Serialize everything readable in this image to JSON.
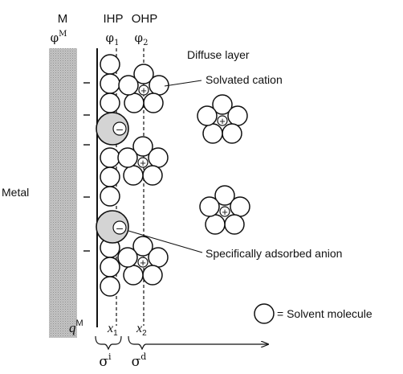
{
  "labels": {
    "metal_symbol": "M",
    "metal_potential_base": "φ",
    "metal_potential_sup": "M",
    "ihp": "IHP",
    "ohp": "OHP",
    "phi1_base": "φ",
    "phi1_sub": "1",
    "phi2_base": "φ",
    "phi2_sub": "2",
    "diffuse_layer": "Diffuse layer",
    "solvated_cation": "Solvated cation",
    "metal": "Metal",
    "specifically_adsorbed_anion": "Specifically adsorbed anion",
    "solvent_molecule_legend": "= Solvent molecule",
    "charge_metal_base": "q",
    "charge_metal_sup": "M",
    "x1_base": "x",
    "x1_sub": "1",
    "x2_base": "x",
    "x2_sub": "2",
    "sigma_i_base": "σ",
    "sigma_i_sup": "i",
    "sigma_d_base": "σ",
    "sigma_d_sup": "d"
  },
  "symbols": {
    "plus": "+",
    "minus": "–"
  },
  "colors": {
    "metal_shade": "#b9b9b9",
    "anion_fill": "#d4d4d4",
    "ink": "#111111"
  }
}
